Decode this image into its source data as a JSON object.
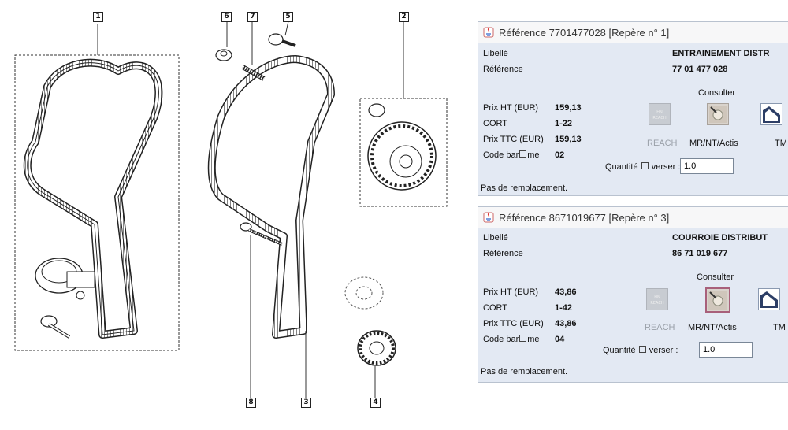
{
  "diagram": {
    "callouts": [
      "1",
      "6",
      "7",
      "5",
      "2",
      "3",
      "4",
      "8"
    ]
  },
  "windows": [
    {
      "title": "Référence 7701477028 [Repère n° 1]",
      "libelle_label": "Libellé",
      "libelle_value": "ENTRAINEMENT DISTR",
      "reference_label": "Référence",
      "reference_value": "77 01 477 028",
      "consulter_label": "Consulter",
      "prix_ht_label": "Prix HT (EUR)",
      "prix_ht_value": "159,13",
      "cort_label": "CORT",
      "cort_value": "1-22",
      "prix_ttc_label": "Prix TTC (EUR)",
      "prix_ttc_value": "159,13",
      "code_bareme_label_a": "Code bar",
      "code_bareme_label_b": "me",
      "code_bareme_value": "02",
      "reach_label": "REACH",
      "mr_label": "MR/NT/Actis",
      "tm_label": "TM",
      "quantite_label_a": "Quantité",
      "quantite_label_b": "verser :",
      "quantite_value": "1.0",
      "remplacement": "Pas de remplacement."
    },
    {
      "title": "Référence 8671019677 [Repère n° 3]",
      "libelle_label": "Libellé",
      "libelle_value": "COURROIE DISTRIBUT",
      "reference_label": "Référence",
      "reference_value": "86 71 019 677",
      "consulter_label": "Consulter",
      "prix_ht_label": "Prix HT (EUR)",
      "prix_ht_value": "43,86",
      "cort_label": "CORT",
      "cort_value": "1-42",
      "prix_ttc_label": "Prix TTC (EUR)",
      "prix_ttc_value": "43,86",
      "code_bareme_label_a": "Code bar",
      "code_bareme_label_b": "me",
      "code_bareme_value": "04",
      "reach_label": "REACH",
      "mr_label": "MR/NT/Actis",
      "tm_label": "TM",
      "quantite_label_a": "Quantité",
      "quantite_label_b": "verser :",
      "quantite_value": "1.0",
      "remplacement": "Pas de remplacement."
    }
  ],
  "colors": {
    "window_bg": "#e3e9f3",
    "titlebar_bg": "#f7f7f8",
    "line": "#222222"
  }
}
